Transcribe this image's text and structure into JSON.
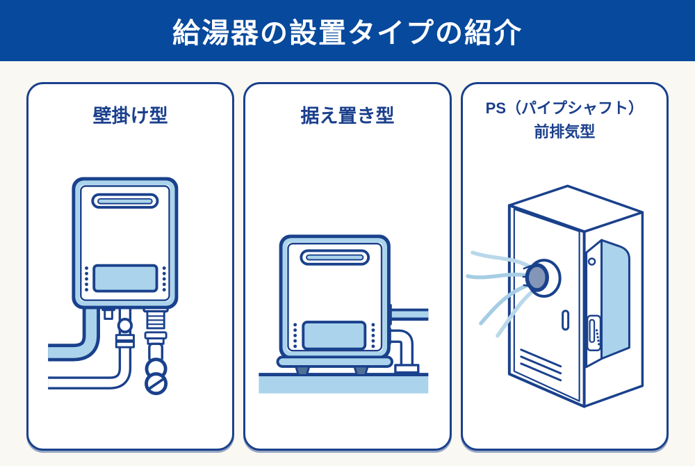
{
  "header": {
    "title": "給湯器の設置タイプの紹介"
  },
  "panels": [
    {
      "label": "壁掛け型",
      "illustration": "wall-mounted-water-heater"
    },
    {
      "label": "据え置き型",
      "illustration": "floor-standing-water-heater"
    },
    {
      "label_line1": "PS（パイプシャフト）",
      "label_line2": "前排気型",
      "illustration": "pipe-shaft-front-exhaust-water-heater"
    }
  ],
  "colors": {
    "header_bg": "#07499c",
    "outline_navy": "#1a418c",
    "label_navy": "#1a3f8c",
    "light_blue": "#abd4ec",
    "pale_blue": "#cfe4f2",
    "steel_blue": "#4e7096",
    "port_gray_blue": "#8496b8",
    "exhaust_blue": "#a6cde4",
    "exhaust_blue_light": "#b9d8ea",
    "page_bg": "#faf8f3",
    "card_bg": "#ffffff"
  }
}
